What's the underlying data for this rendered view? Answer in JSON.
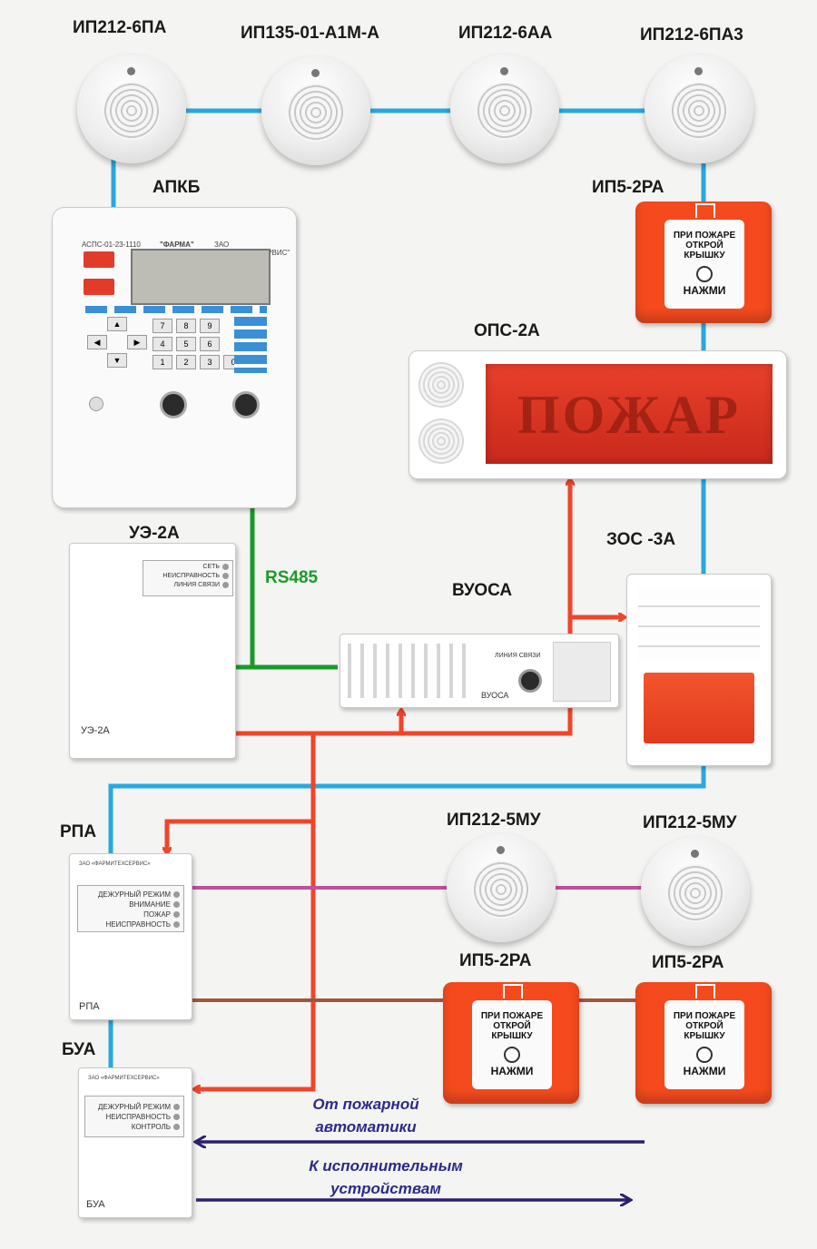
{
  "detectors_top": {
    "d1": "ИП212-6ПА",
    "d2": "ИП135-01-А1М-А",
    "d3": "ИП212-6АА",
    "d4": "ИП212-6ПА3"
  },
  "apkb": {
    "label": "АПКБ",
    "model": "АСПС-01-23-1110",
    "brand": "\"ФАРМА\"",
    "maker": "ЗАО \"ФАРМИТЕХСЕРВИС\"",
    "keys": [
      "7",
      "8",
      "9",
      "4",
      "5",
      "6",
      "1",
      "2",
      "3",
      "0"
    ]
  },
  "ip5_top": {
    "label": "ИП5-2РА"
  },
  "mcp_face": {
    "line1": "ПРИ ПОЖАРЕ",
    "line2": "ОТКРОЙ",
    "line3": "КРЫШКУ",
    "push": "НАЖМИ"
  },
  "ops": {
    "label": "ОПС-2А",
    "display": "ПОЖАР"
  },
  "ue": {
    "label": "УЭ-2А",
    "name": "УЭ-2А",
    "indicators": [
      "СЕТЬ",
      "НЕИСПРАВНОСТЬ",
      "ЛИНИЯ СВЯЗИ"
    ]
  },
  "rs485": "RS485",
  "vuosa": {
    "label": "ВУОСА",
    "name": "ВУОСА",
    "link": "ЛИНИЯ СВЯЗИ"
  },
  "zos": {
    "label": "ЗОС -3А"
  },
  "rpa": {
    "label": "РПА",
    "name": "РПА",
    "maker": "ЗАО «ФАРМИТЕХСЕРВИС»",
    "indicators": [
      "ДЕЖУРНЫЙ РЕЖИМ",
      "ВНИМАНИЕ",
      "ПОЖАР",
      "НЕИСПРАВНОСТЬ"
    ]
  },
  "detectors_bottom": {
    "d1": "ИП212-5МУ",
    "d2": "ИП212-5МУ"
  },
  "ip5_bottom": {
    "m1": "ИП5-2РА",
    "m2": "ИП5-2РА"
  },
  "bua": {
    "label": "БУА",
    "name": "БУА",
    "maker": "ЗАО «ФАРМИТЕХСЕРВИС»",
    "indicators": [
      "ДЕЖУРНЫЙ РЕЖИМ",
      "НЕИСПРАВНОСТЬ",
      "КОНТРОЛЬ"
    ]
  },
  "captions": {
    "from_automation": [
      "От пожарной",
      "автоматики"
    ],
    "to_devices": [
      "К исполнительным",
      "устройствам"
    ]
  },
  "colors": {
    "loop": "#2aa7e0",
    "alarm": "#f0452a",
    "rs485": "#1a9a2a",
    "line_magenta": "#c24e9c",
    "line_brown": "#a0563a",
    "io_arrow": "#2e1f6e"
  }
}
